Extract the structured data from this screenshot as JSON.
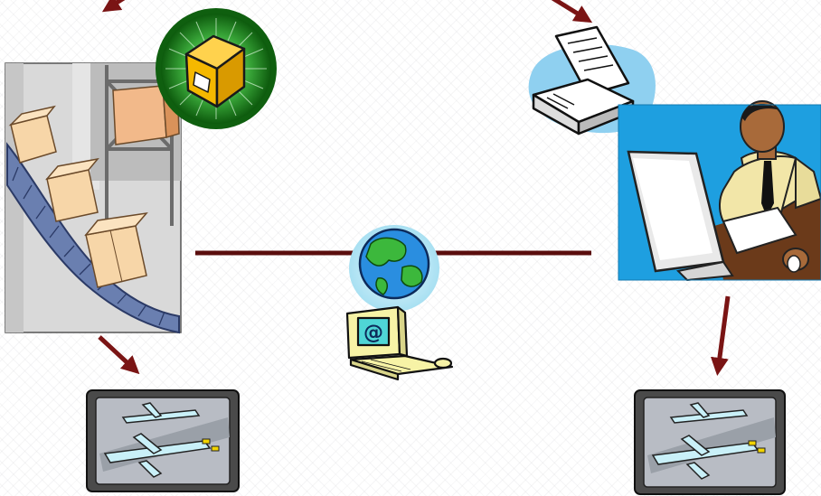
{
  "diagram": {
    "nodes": [
      {
        "id": "warehouse",
        "icon": "warehouse-conveyor-icon"
      },
      {
        "id": "package",
        "icon": "package-badge-icon"
      },
      {
        "id": "fax",
        "icon": "fax-machine-icon"
      },
      {
        "id": "office-worker",
        "icon": "office-worker-computer-icon"
      },
      {
        "id": "internet",
        "icon": "globe-computer-icon"
      },
      {
        "id": "airport-left",
        "icon": "airport-planes-icon"
      },
      {
        "id": "airport-right",
        "icon": "airport-planes-icon"
      }
    ],
    "colors": {
      "arrow": "#7a1414",
      "connector": "#5a0d0d",
      "globe_halo": "#bfeaf7",
      "fax_blob": "#8fd0f0",
      "office_bg": "#1e9fe0",
      "badge_green": "#1a7a1a"
    }
  }
}
